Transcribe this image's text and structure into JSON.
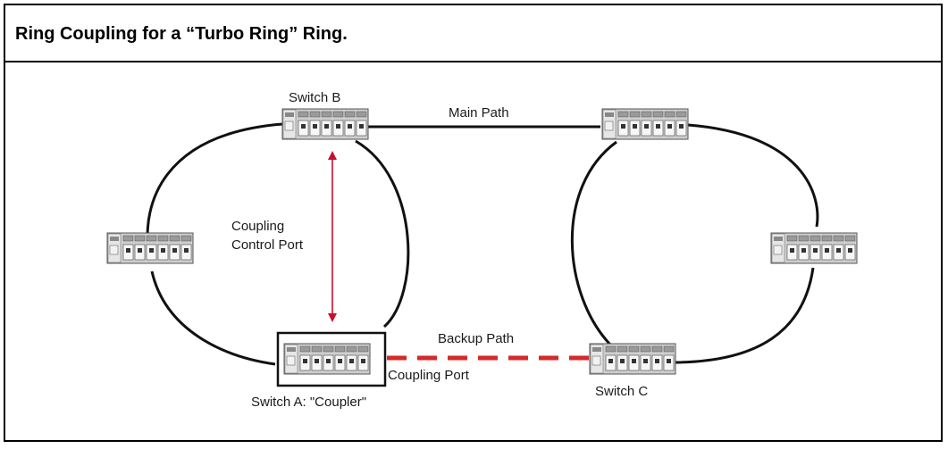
{
  "header": {
    "title": "Ring Coupling for a “Turbo Ring” Ring."
  },
  "diagram": {
    "labels": {
      "switch_b": "Switch B",
      "main_path": "Main Path",
      "coupling_control_port_line1": "Coupling",
      "coupling_control_port_line2": "Control Port",
      "backup_path": "Backup Path",
      "coupling_port": "Coupling Port",
      "switch_a": "Switch A: \"Coupler\"",
      "switch_c": "Switch C"
    },
    "colors": {
      "ring_line": "#111111",
      "backup_path": "#d42a2a",
      "control_arrow": "#c8102e",
      "switch_body": "#b9b9b9"
    }
  }
}
